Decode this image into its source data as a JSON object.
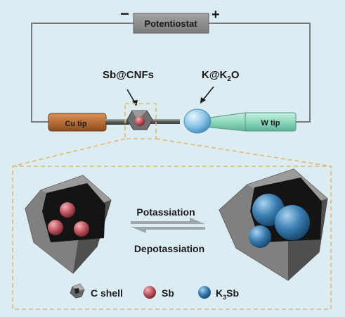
{
  "circuit": {
    "minus": "−",
    "plus": "+",
    "potentiostat": "Potentiostat",
    "cu_tip": "Cu tip",
    "w_tip": "W tip",
    "sb_cnfs": "Sb@CNFs",
    "k_k2o": {
      "base": "K@K",
      "sub": "2",
      "tail": "O"
    }
  },
  "reaction": {
    "forward": "Potassiation",
    "reverse": "Depotassiation"
  },
  "legend": [
    {
      "icon": "c-shell-icon",
      "label": "C shell"
    },
    {
      "icon": "sb-sphere-icon",
      "label": "Sb"
    },
    {
      "icon": "k3sb-sphere-icon",
      "label": {
        "base": "K",
        "sub": "3",
        "tail": "Sb"
      }
    }
  ],
  "colors": {
    "background": "#dcecf3",
    "potentiostat_box": "#8c8c8c",
    "wire": "#7a7a7a",
    "cu_tip": "#b86f35",
    "w_tip": "#8fd8bc",
    "k_bead": "#8cc6e8",
    "sb": "#c45a63",
    "k3sb": "#2f6e9e",
    "shell": "#6f6f6f",
    "dashed": "#e1b96f"
  }
}
